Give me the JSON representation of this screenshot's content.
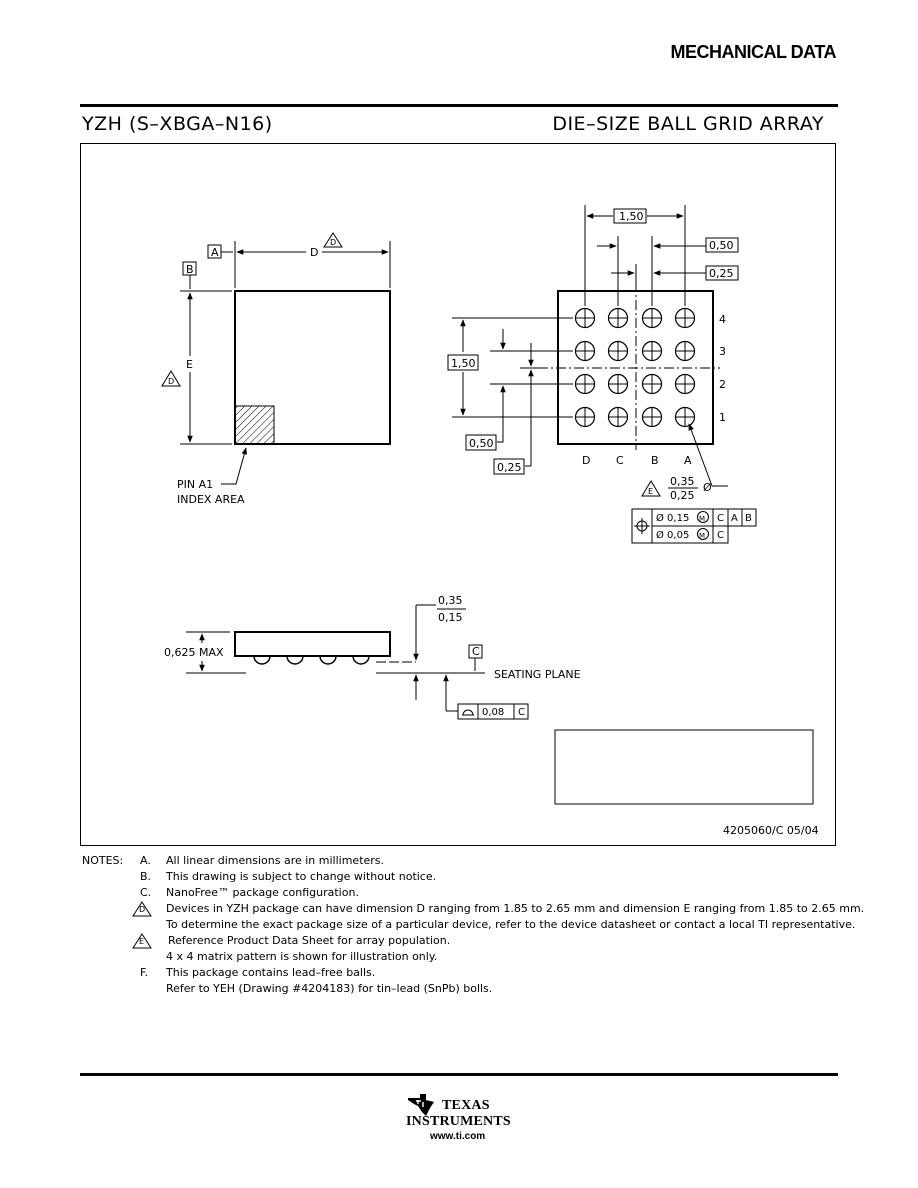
{
  "header": {
    "section": "MECHANICAL DATA",
    "package_code": "YZH (S–XBGA–N16)",
    "package_type": "DIE–SIZE BALL GRID ARRAY"
  },
  "top_view": {
    "datum_a": "A",
    "datum_b": "B",
    "dim_d": "D",
    "dim_e": "E",
    "note_ref_d": "D",
    "pin_a1_line1": "PIN A1",
    "pin_a1_line2": "INDEX AREA"
  },
  "bottom_view": {
    "pitch_h": "1,50",
    "offset_h1": "0,50",
    "offset_h2": "0,25",
    "pitch_v": "1,50",
    "offset_v1": "0,50",
    "offset_v2": "0,25",
    "rows": [
      "4",
      "3",
      "2",
      "1"
    ],
    "cols": [
      "D",
      "C",
      "B",
      "A"
    ],
    "ball_dia_note": "E",
    "ball_dia_max": "0,35",
    "ball_dia_min": "0,25",
    "dia_symbol": "Ø",
    "fcf_row1": [
      "Ø 0,15",
      "M",
      "C",
      "A",
      "B"
    ],
    "fcf_row2": [
      "Ø 0,05",
      "M",
      "C"
    ]
  },
  "side_view": {
    "height": "0,625 MAX",
    "standoff_max": "0,35",
    "standoff_min": "0,15",
    "datum_c": "C",
    "seating_plane": "SEATING PLANE",
    "flatness": "0,08",
    "flatness_datum": "C"
  },
  "drawing_number": "4205060/C 05/04",
  "notes": {
    "heading": "NOTES:",
    "items": [
      {
        "label": "A.",
        "lines": [
          "All linear dimensions are in millimeters."
        ]
      },
      {
        "label": "B.",
        "lines": [
          "This drawing is subject to change without notice."
        ]
      },
      {
        "label": "C.",
        "lines": [
          "NanoFree™ package configuration."
        ]
      },
      {
        "label": "D",
        "lines": [
          "Devices in YZH package can have dimension D ranging from 1.85 to 2.65 mm and dimension E ranging from 1.85 to 2.65 mm.",
          "To determine the exact package size of a particular device, refer to the device datasheet or contact a local TI representative."
        ]
      },
      {
        "label": "E",
        "lines": [
          "Reference Product Data Sheet for array population.",
          "4 x 4 matrix pattern is shown for illustration only."
        ]
      },
      {
        "label": "F.",
        "lines": [
          "This package contains lead–free balls.",
          "Refer to YEH (Drawing #4204183) for tin–lead (SnPb) bolls."
        ]
      }
    ]
  },
  "footer": {
    "brand_line1": "TEXAS",
    "brand_line2": "INSTRUMENTS",
    "url": "www.ti.com"
  }
}
